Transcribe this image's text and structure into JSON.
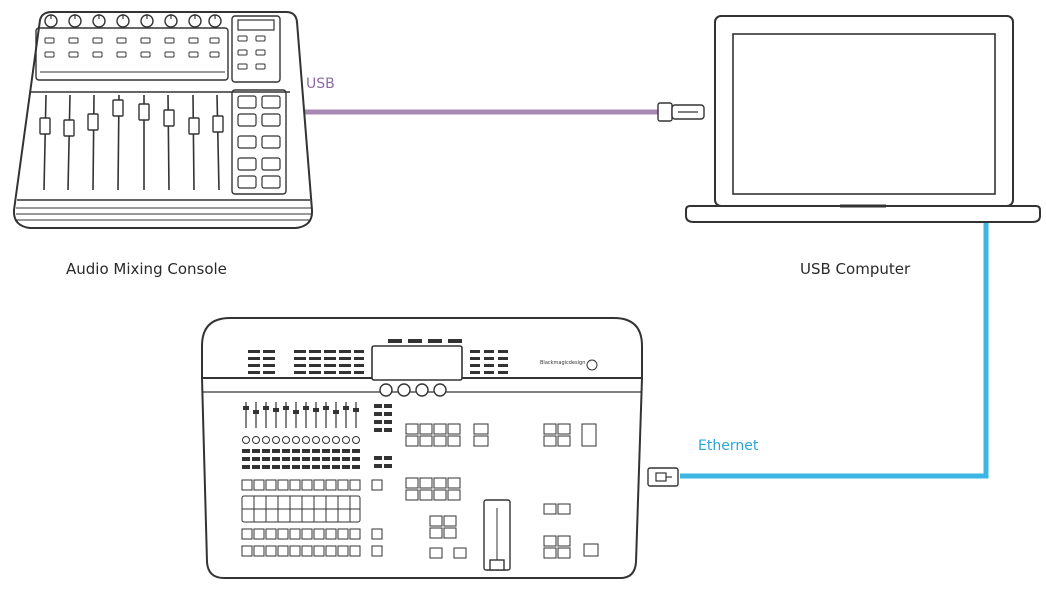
{
  "labels": {
    "mixer": "Audio Mixing Console",
    "computer": "USB Computer",
    "usb": "USB",
    "ethernet": "Ethernet",
    "brand": "Blackmagicdesign"
  },
  "colors": {
    "usb_cable": "#a888b4",
    "usb_label": "#8e6aa0",
    "ethernet_cable": "#3bb6e2",
    "ethernet_label": "#2aa5d8",
    "line_art": "#3a3a3a"
  },
  "devices": [
    {
      "name": "audio-mixing-console",
      "icon": "mixing-console-icon"
    },
    {
      "name": "usb-computer",
      "icon": "laptop-icon"
    },
    {
      "name": "switcher-panel",
      "icon": "switcher-panel-icon"
    }
  ]
}
